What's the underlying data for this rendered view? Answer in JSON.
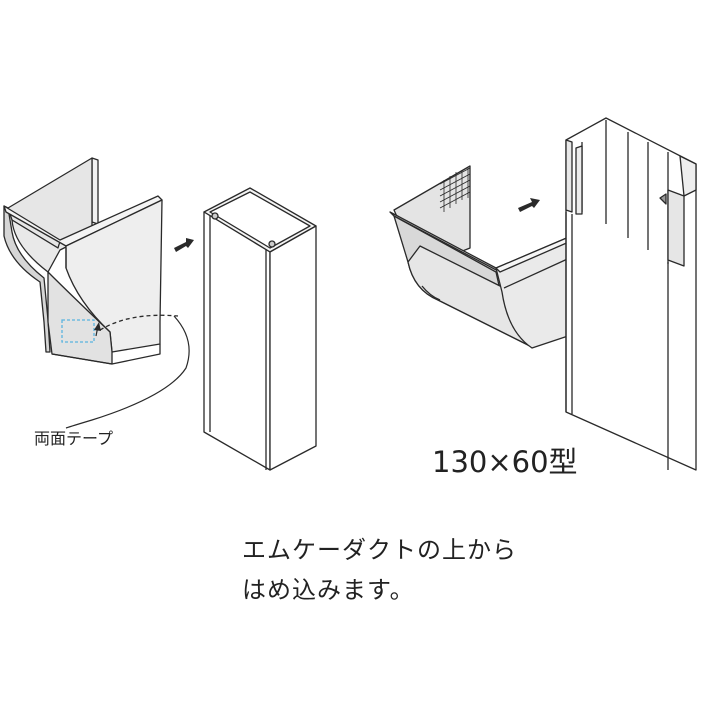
{
  "labels": {
    "tape": "両面テープ",
    "model": "130×60型"
  },
  "caption": {
    "line1": "エムケーダクトの上から",
    "line2": "はめ込みます。"
  },
  "colors": {
    "line": "#2a2a2a",
    "fill_light": "#f2f2f2",
    "fill_mid": "#e3e3e3",
    "fill_dark": "#d2d2d2",
    "tape": "#5ab4e0"
  }
}
